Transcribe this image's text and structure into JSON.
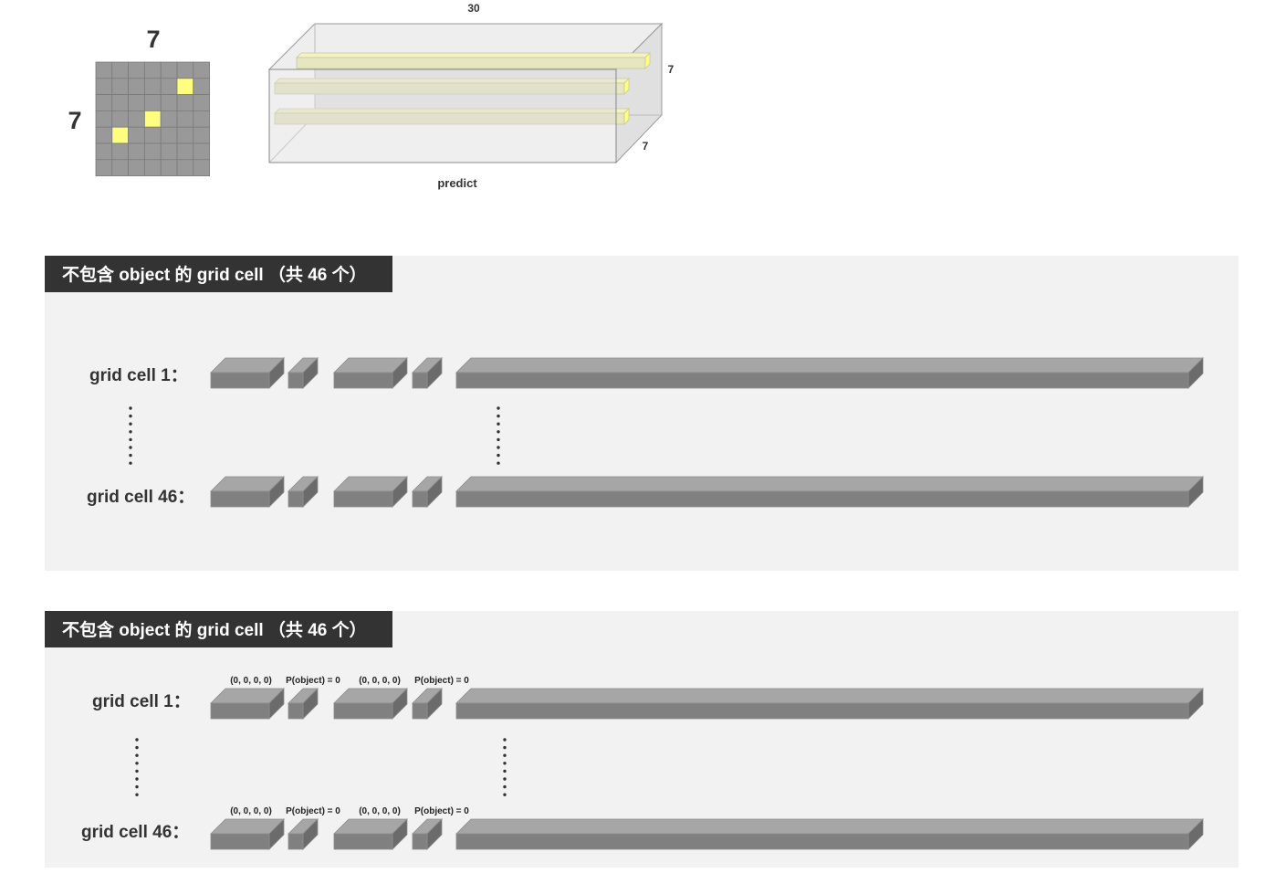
{
  "top": {
    "grid_width_label": "7",
    "grid_height_label": "7",
    "tensor_depth_label": "30",
    "tensor_height_label": "7",
    "tensor_width_label": "7",
    "tensor_caption": "predict"
  },
  "panels": [
    {
      "header": "不包含 object 的 grid cell （共 46 个）",
      "rows": [
        {
          "label": "grid cell 1：",
          "annotations": []
        },
        {
          "label": "grid cell 46：",
          "annotations": []
        }
      ]
    },
    {
      "header": "不包含 object 的 grid cell （共 46 个）",
      "rows": [
        {
          "label": "grid cell 1：",
          "annotations": [
            "(0, 0, 0, 0)",
            "P(object) = 0",
            "(0, 0, 0, 0)",
            "P(object) = 0"
          ]
        },
        {
          "label": "grid cell 46：",
          "annotations": [
            "(0, 0, 0, 0)",
            "P(object) = 0",
            "(0, 0, 0, 0)",
            "P(object) = 0"
          ]
        }
      ]
    }
  ],
  "colors": {
    "grid_cell": "#999999",
    "grid_highlight": "#ffff7f",
    "panel_bg": "#f2f2f2",
    "header_bg": "#333333",
    "block_front": "#808080",
    "block_top": "#a6a6a6",
    "block_side": "#6b6b6b"
  }
}
